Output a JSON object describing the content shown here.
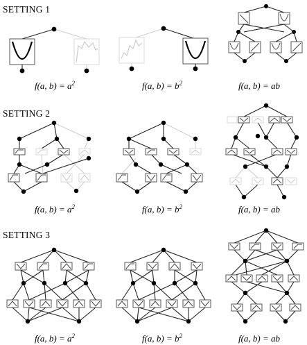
{
  "settings": [
    {
      "title": "SETTING 1",
      "panels": [
        {
          "func": "f(a, b) = ",
          "rhs_base": "a",
          "rhs_pow": "2"
        },
        {
          "func": "f(a, b) = ",
          "rhs_base": "b",
          "rhs_pow": "2"
        },
        {
          "func": "f(a, b) = ",
          "rhs_base": "ab",
          "rhs_pow": ""
        }
      ]
    },
    {
      "title": "SETTING 2",
      "panels": [
        {
          "func": "f(a, b) = ",
          "rhs_base": "a",
          "rhs_pow": "2"
        },
        {
          "func": "f(a, b) = ",
          "rhs_base": "b",
          "rhs_pow": "2"
        },
        {
          "func": "f(a, b) = ",
          "rhs_base": "ab",
          "rhs_pow": ""
        }
      ]
    },
    {
      "title": "SETTING 3",
      "panels": [
        {
          "func": "f(a, b) = ",
          "rhs_base": "a",
          "rhs_pow": "2"
        },
        {
          "func": "f(a, b) = ",
          "rhs_base": "b",
          "rhs_pow": "2"
        },
        {
          "func": "f(a, b) = ",
          "rhs_base": "ab",
          "rhs_pow": ""
        }
      ]
    }
  ]
}
